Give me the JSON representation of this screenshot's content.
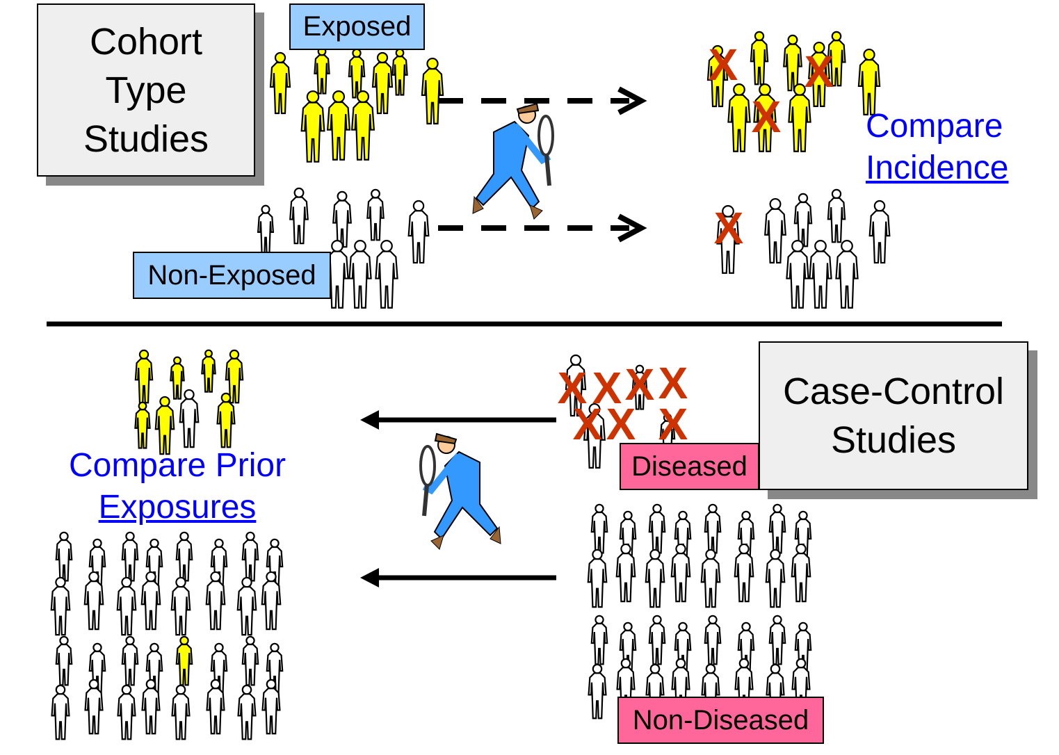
{
  "cohort": {
    "title_lines": [
      "Cohort",
      "Type",
      "Studies"
    ],
    "exposed_label": "Exposed",
    "non_exposed_label": "Non-Exposed",
    "compare_line1": "Compare",
    "compare_line2": "Incidence"
  },
  "case_control": {
    "title_lines": [
      "Case-Control",
      "Studies"
    ],
    "diseased_label": "Diseased",
    "non_diseased_label": "Non-Diseased",
    "compare_line1": "Compare Prior",
    "compare_line2": "Exposures"
  },
  "colors": {
    "exposed_person": "#ffff00",
    "unexposed_person": "#ffffff",
    "disease_mark": "#cc3300",
    "link_text": "#0000ff",
    "exposed_tag": "#99ccff",
    "diseased_tag": "#ff6699"
  },
  "mark_symbol": "X"
}
